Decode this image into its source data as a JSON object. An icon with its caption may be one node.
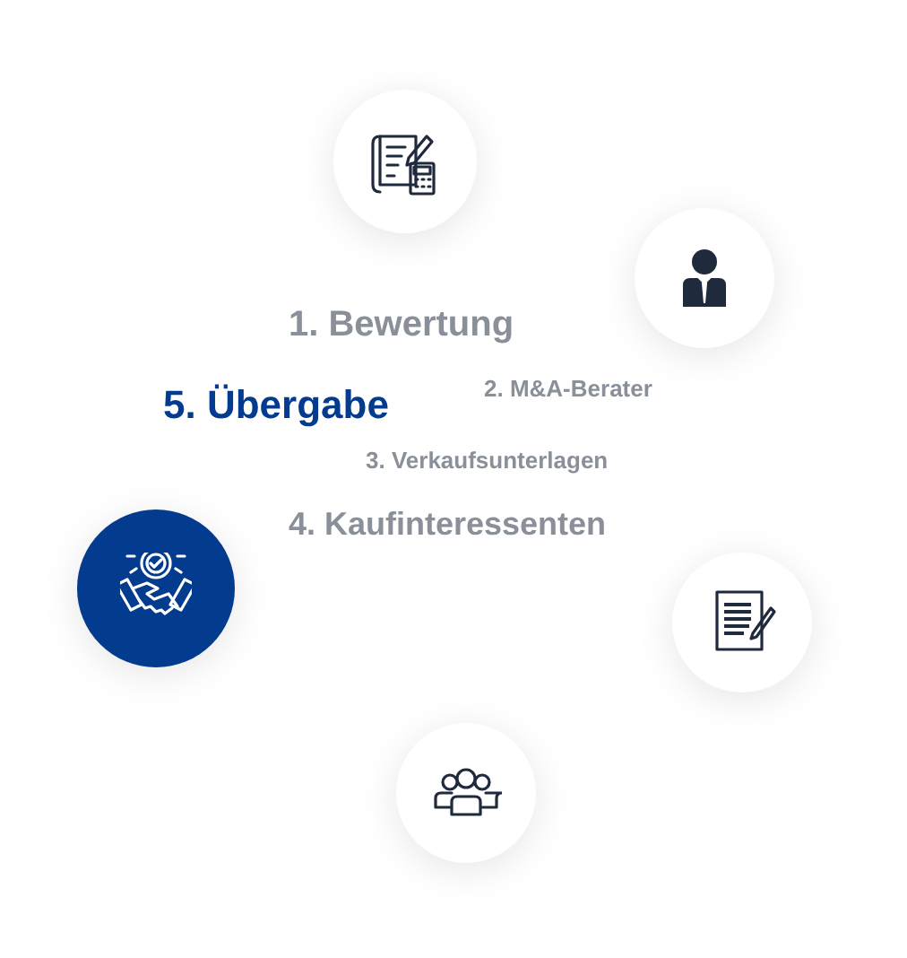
{
  "diagram": {
    "labels": [
      "1. Bewertung",
      "5. Übergabe",
      "2. M&A-Berater",
      "3. Verkaufsunterlagen",
      "4. Kaufinteressenten"
    ]
  }
}
